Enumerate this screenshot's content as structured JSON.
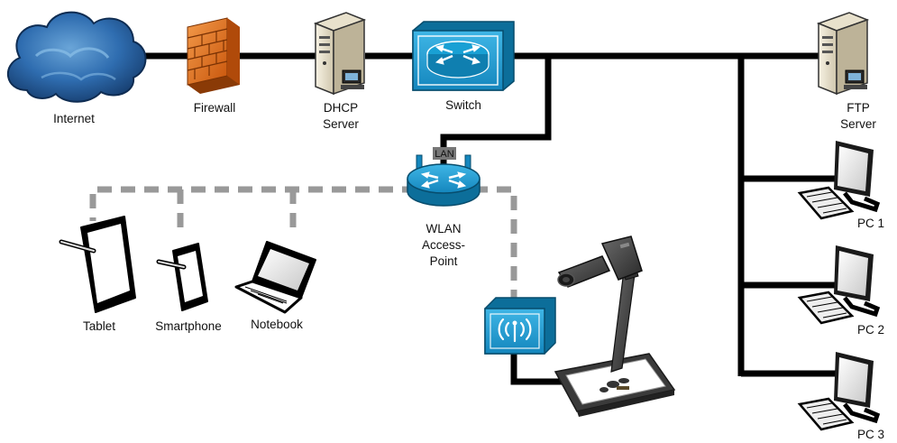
{
  "nodes": {
    "internet": {
      "label": "Internet"
    },
    "firewall": {
      "label": "Firewall"
    },
    "dhcp": {
      "line1": "DHCP",
      "line2": "Server"
    },
    "switch": {
      "label": "Switch"
    },
    "ftp": {
      "line1": "FTP",
      "line2": "Server"
    },
    "pc1": {
      "label": "PC 1"
    },
    "pc2": {
      "label": "PC 2"
    },
    "pc3": {
      "label": "PC 3"
    },
    "wlan": {
      "line1": "WLAN",
      "line2": "Access-",
      "line3": "Point"
    },
    "lan_tag": {
      "label": "LAN"
    },
    "tablet": {
      "label": "Tablet"
    },
    "smartphone": {
      "label": "Smartphone"
    },
    "notebook": {
      "label": "Notebook"
    }
  },
  "colors": {
    "wired": "#000000",
    "wireless": "#999999",
    "device_blue": "#1a9bd0",
    "device_blue_dark": "#0c6e9a",
    "cloud": "#2f6db0",
    "firewall": "#e8721c"
  }
}
